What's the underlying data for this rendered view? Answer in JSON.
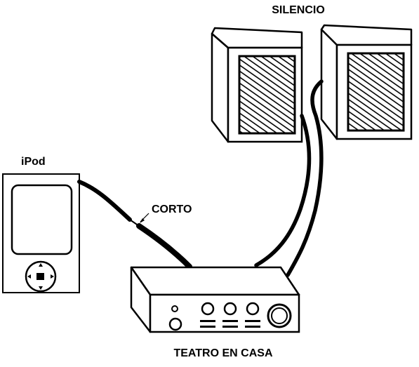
{
  "labels": {
    "speakers": "SILENCIO",
    "ipod": "iPod",
    "short": "CORTO",
    "receiver": "TEATRO EN CASA"
  },
  "colors": {
    "ink": "#000000",
    "paper": "#ffffff"
  },
  "icons": {
    "ipod": "ipod-device-icon",
    "speaker": "speaker-cabinet-icon",
    "receiver": "home-theater-receiver-icon",
    "cable": "audio-cable-icon"
  }
}
